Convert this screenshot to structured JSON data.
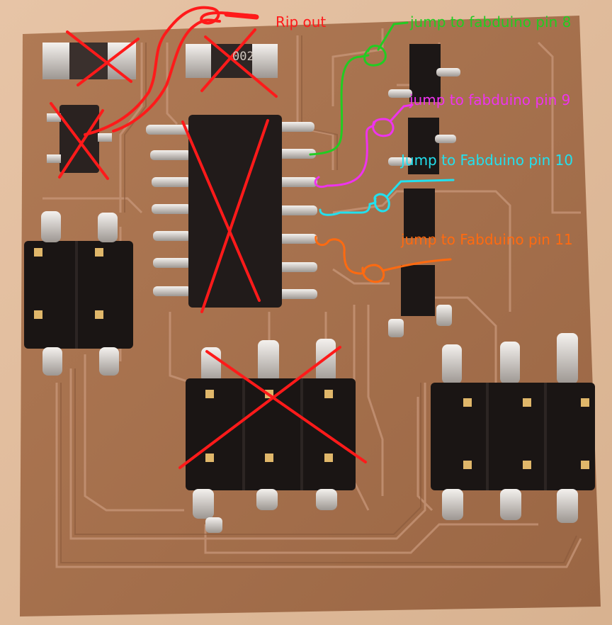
{
  "annotations": {
    "rip_out": {
      "text": "Rip out",
      "color": "#ff1a1a"
    },
    "pin8": {
      "text": "jump to fabduino pin 8",
      "color": "#22cc22"
    },
    "pin9": {
      "text": "jump to fabduino pin 9",
      "color": "#ee33ee"
    },
    "pin10": {
      "text": "Jump to Fabduino pin 10",
      "color": "#22e0ee"
    },
    "pin11": {
      "text": "jump to Fabduino pin  11",
      "color": "#ff6a10"
    }
  },
  "components": {
    "resistor_marking": "002"
  }
}
